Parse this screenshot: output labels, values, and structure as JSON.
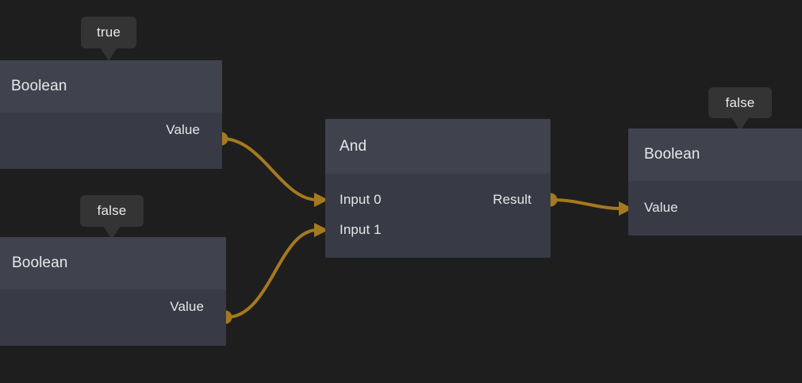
{
  "app": {
    "canvas_background": "#1e1e1e",
    "node_header_color": "#3f434e",
    "node_body_color": "#383b46",
    "edge_color": "#a5791f",
    "tooltip_color": "#343434",
    "text_color": "#e8e8ea"
  },
  "nodes": [
    {
      "id": "boolean-top",
      "title": "Boolean",
      "tooltip": "true",
      "outputs": [
        {
          "label": "Value"
        }
      ],
      "inputs": []
    },
    {
      "id": "boolean-bottom",
      "title": "Boolean",
      "tooltip": "false",
      "outputs": [
        {
          "label": "Value"
        }
      ],
      "inputs": []
    },
    {
      "id": "and",
      "title": "And",
      "tooltip": null,
      "inputs": [
        {
          "label": "Input 0"
        },
        {
          "label": "Input 1"
        }
      ],
      "outputs": [
        {
          "label": "Result"
        }
      ]
    },
    {
      "id": "boolean-result",
      "title": "Boolean",
      "tooltip": "false",
      "inputs": [
        {
          "label": "Value"
        }
      ],
      "outputs": []
    }
  ],
  "edges": [
    {
      "from": "boolean-top.Value",
      "to": "and.Input 0"
    },
    {
      "from": "boolean-bottom.Value",
      "to": "and.Input 1"
    },
    {
      "from": "and.Result",
      "to": "boolean-result.Value"
    }
  ]
}
